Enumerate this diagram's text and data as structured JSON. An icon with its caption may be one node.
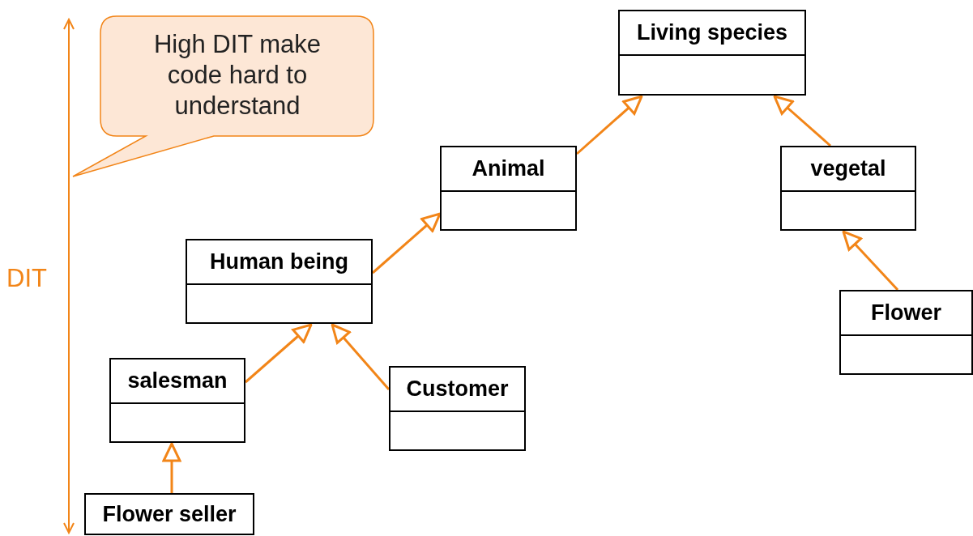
{
  "diagram": {
    "nodes": [
      {
        "text": [
          "Living species"
        ]
      },
      {
        "text": [
          "Animal"
        ]
      },
      {
        "text": [
          "vegetal"
        ]
      },
      {
        "text": [
          "Human being"
        ]
      },
      {
        "text": [
          "Flower"
        ]
      },
      {
        "text": [
          "salesman"
        ]
      },
      {
        "text": [
          "Customer"
        ]
      },
      {
        "text": [
          "Flower seller"
        ]
      },
      {
        "text": [
          "High DIT make code hard to understand"
        ]
      }
    ],
    "edges": [
      {
        "from": 1,
        "to": 0,
        "arrow": "to"
      },
      {
        "from": 2,
        "to": 0,
        "arrow": "to"
      },
      {
        "from": 3,
        "to": 1,
        "arrow": "to"
      },
      {
        "from": 5,
        "to": 3,
        "arrow": "to"
      },
      {
        "from": 6,
        "to": 3,
        "arrow": "to"
      },
      {
        "from": 4,
        "to": 2,
        "arrow": "to"
      },
      {
        "from": 7,
        "to": 5,
        "arrow": "to"
      }
    ],
    "labels": [
      "DIT"
    ]
  }
}
